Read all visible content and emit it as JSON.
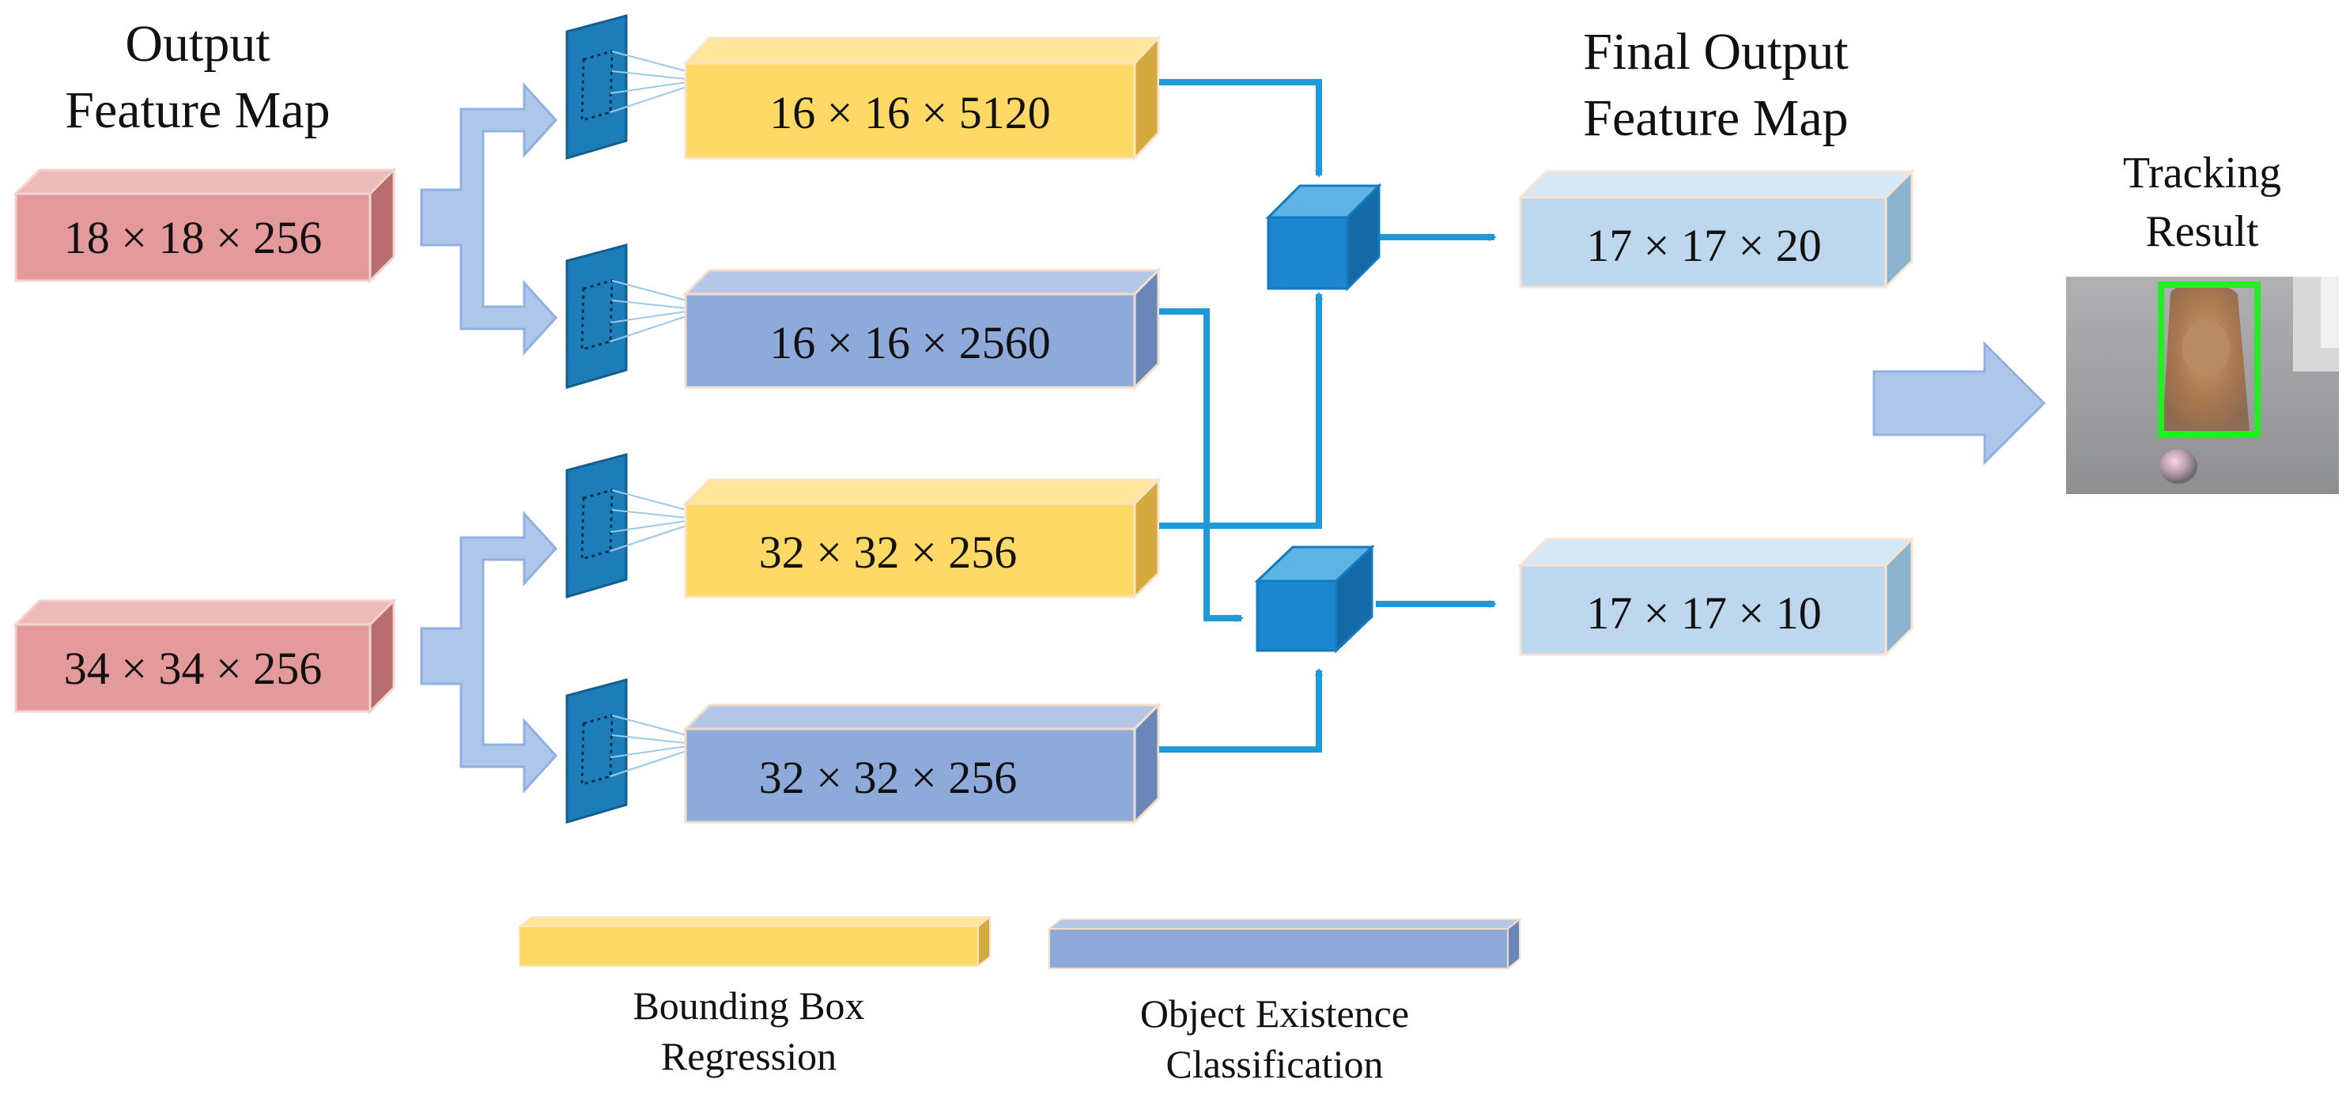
{
  "headings": {
    "output_map_line1": "Output",
    "output_map_line2": "Feature Map",
    "final_map_line1": "Final Output",
    "final_map_line2": "Feature Map",
    "tracking_line1": "Tracking",
    "tracking_line2": "Result"
  },
  "inputs": {
    "top": "18 × 18 × 256",
    "bottom": "34 × 34 × 256"
  },
  "branches": {
    "top_regression": "16 × 16 × 5120",
    "top_classification": "16 × 16 × 2560",
    "bottom_regression": "32 × 32 × 256",
    "bottom_classification": "32 × 32 × 256"
  },
  "outputs": {
    "top": "17 × 17 × 20",
    "bottom": "17 × 17 × 10"
  },
  "legend": {
    "regression_line1": "Bounding Box",
    "regression_line2": "Regression",
    "classification_line1": "Object Existence",
    "classification_line2": "Classification"
  },
  "colors": {
    "input_red": "#e4999a",
    "regression_yellow": "#ffd966",
    "classification_blue": "#8eaadb",
    "output_lightblue": "#bdd7ee",
    "arrow_blue": "#1f9ad6",
    "fat_arrow": "#adc6ea",
    "fusion_cube": "#1c87cf",
    "tracking_box": "#22ee22"
  },
  "icons": {
    "kernel": "conv-kernel-icon",
    "fusion": "fusion-cube-icon",
    "result": "tracking-result-image"
  }
}
